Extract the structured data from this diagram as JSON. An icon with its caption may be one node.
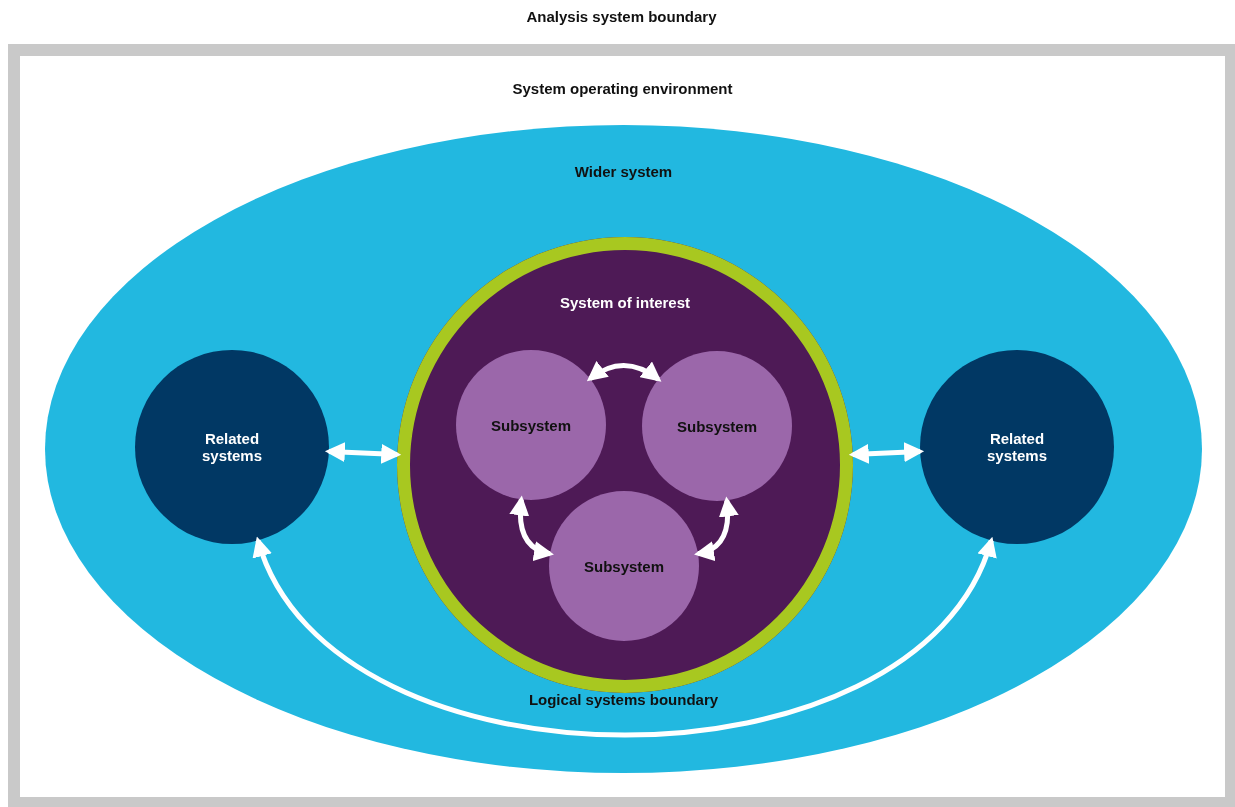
{
  "diagram": {
    "nodes": [
      {
        "text": [
          "Analysis system boundary"
        ]
      },
      {
        "text": [
          "System operating environment"
        ],
        "in": 0
      },
      {
        "text": [
          "Wider system",
          "Logical systems boundary"
        ],
        "in": 1
      },
      {
        "text": [
          "Related systems"
        ],
        "in": 2
      },
      {
        "text": [
          "System of interest"
        ],
        "in": 2
      },
      {
        "text": [
          "Subsystem"
        ],
        "in": 4
      },
      {
        "text": [
          "Subsystem"
        ],
        "in": 4
      },
      {
        "text": [
          "Subsystem"
        ],
        "in": 4
      },
      {
        "text": [
          "Related systems"
        ],
        "in": 2
      }
    ],
    "edges": [
      {
        "from": 3,
        "to": 4,
        "arrow": "both"
      },
      {
        "from": 4,
        "to": 8,
        "arrow": "both"
      },
      {
        "from": 5,
        "to": 6,
        "arrow": "both"
      },
      {
        "from": 5,
        "to": 7,
        "arrow": "both"
      },
      {
        "from": 6,
        "to": 7,
        "arrow": "both"
      },
      {
        "from": 3,
        "to": 8,
        "arrow": "both"
      }
    ]
  }
}
